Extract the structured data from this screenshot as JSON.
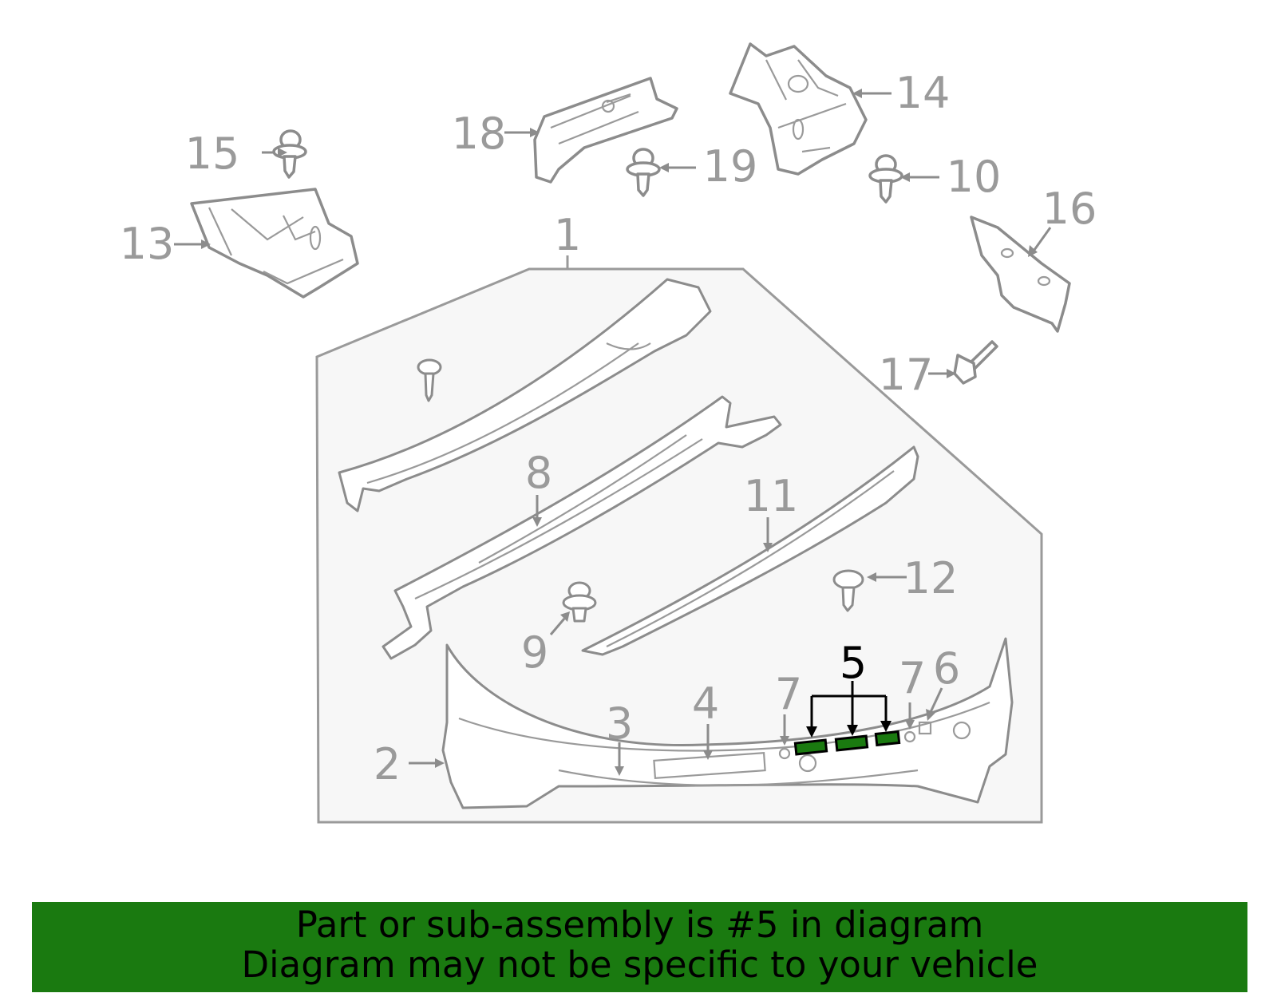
{
  "labels": {
    "l1": "1",
    "l2": "2",
    "l3": "3",
    "l4": "4",
    "l5": "5",
    "l6": "6",
    "l7a": "7",
    "l7b": "7",
    "l8": "8",
    "l9": "9",
    "l10": "10",
    "l11": "11",
    "l12": "12",
    "l13": "13",
    "l14": "14",
    "l15": "15",
    "l16": "16",
    "l17": "17",
    "l18": "18",
    "l19": "19"
  },
  "highlight": {
    "part_number": "5",
    "color": "#1a7a10"
  },
  "banner": {
    "line1": "Part or sub-assembly is #5 in diagram",
    "line2": "Diagram may not be specific to your vehicle",
    "color": "#1a7a10"
  }
}
